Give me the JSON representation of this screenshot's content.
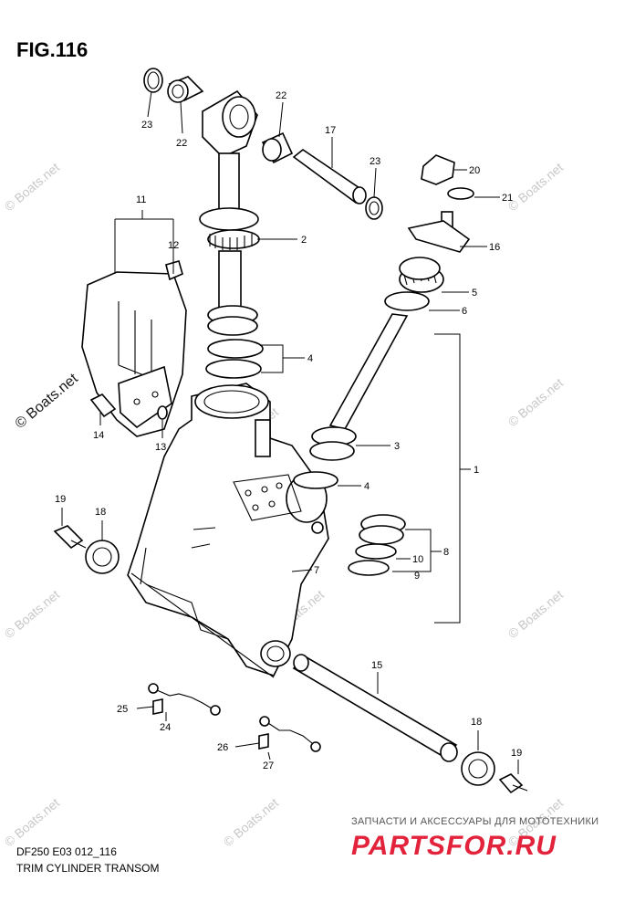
{
  "figure_title": "FIG.116",
  "diagram_code": "DF250 E03 012_116",
  "caption": "TRIM CYLINDER TRANSOM",
  "watermark_text": "© Boats.net",
  "shop_tagline": "ЗАПЧАСТИ И АКСЕССУАРЫ ДЛЯ МОТОТЕХНИКИ",
  "shop_logo": "PARTSFOR.RU",
  "callouts": [
    {
      "id": "23a",
      "label": "23"
    },
    {
      "id": "22a",
      "label": "22"
    },
    {
      "id": "22b",
      "label": "22"
    },
    {
      "id": "17",
      "label": "17"
    },
    {
      "id": "23b",
      "label": "23"
    },
    {
      "id": "20",
      "label": "20"
    },
    {
      "id": "21",
      "label": "21"
    },
    {
      "id": "11",
      "label": "11"
    },
    {
      "id": "12",
      "label": "12"
    },
    {
      "id": "2",
      "label": "2"
    },
    {
      "id": "16",
      "label": "16"
    },
    {
      "id": "5",
      "label": "5"
    },
    {
      "id": "6",
      "label": "6"
    },
    {
      "id": "4a",
      "label": "4"
    },
    {
      "id": "14",
      "label": "14"
    },
    {
      "id": "13",
      "label": "13"
    },
    {
      "id": "3",
      "label": "3"
    },
    {
      "id": "1",
      "label": "1"
    },
    {
      "id": "4b",
      "label": "4"
    },
    {
      "id": "19a",
      "label": "19"
    },
    {
      "id": "18a",
      "label": "18"
    },
    {
      "id": "8",
      "label": "8"
    },
    {
      "id": "10",
      "label": "10"
    },
    {
      "id": "9",
      "label": "9"
    },
    {
      "id": "7",
      "label": "7"
    },
    {
      "id": "15",
      "label": "15"
    },
    {
      "id": "25",
      "label": "25"
    },
    {
      "id": "24",
      "label": "24"
    },
    {
      "id": "18b",
      "label": "18"
    },
    {
      "id": "19b",
      "label": "19"
    },
    {
      "id": "26",
      "label": "26"
    },
    {
      "id": "27",
      "label": "27"
    }
  ]
}
